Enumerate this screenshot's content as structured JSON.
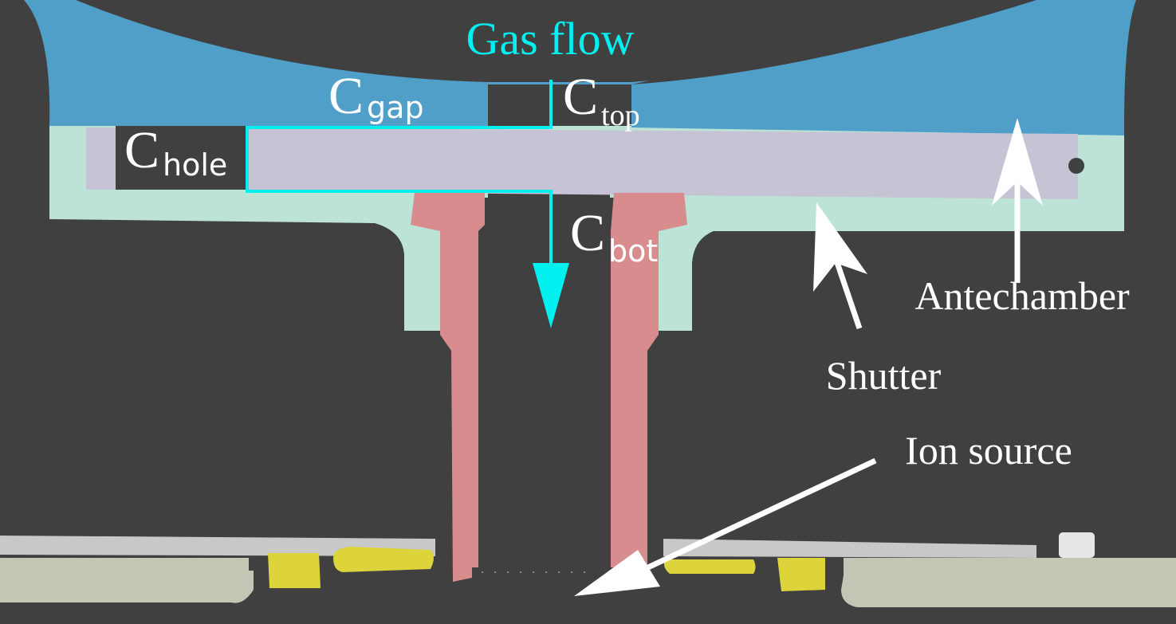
{
  "colors": {
    "background": "#404040",
    "antechamber_top": "#4f9fc9",
    "antechamber_body": "#bde3d7",
    "shutter": "#c6c4d4",
    "tube": "#d88c8e",
    "gas_flow": "#00f0f0",
    "label": "#ffffff",
    "ion_source_plate": "#c8c8c8",
    "ion_source_base": "#c2c6b4",
    "electrode": "#dcd43a"
  },
  "labels": {
    "gas_flow": "Gas flow",
    "c_gap": {
      "base": "C",
      "sub": "gap"
    },
    "c_top": {
      "base": "C",
      "sub": "top"
    },
    "c_hole": {
      "base": "C",
      "sub": "hole"
    },
    "c_bot": {
      "base": "C",
      "sub": "bot"
    },
    "antechamber": "Antechamber",
    "shutter": "Shutter",
    "ion_source": "Ion source"
  }
}
